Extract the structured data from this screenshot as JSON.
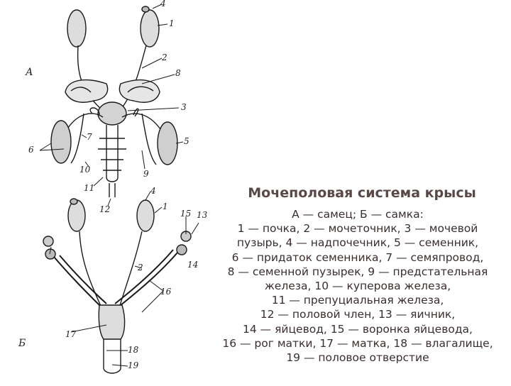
{
  "figure": {
    "panel_a": "А",
    "panel_b": "Б",
    "labels_male": [
      "4",
      "1",
      "2",
      "8",
      "3",
      "5",
      "6",
      "7",
      "10",
      "9",
      "11",
      "12"
    ],
    "labels_female": [
      "4",
      "1",
      "15",
      "13",
      "2",
      "14",
      "16",
      "17",
      "18",
      "19"
    ]
  },
  "title": "Мочеполовая система крысы",
  "caption_lines": [
    "А — самец; Б — самка:",
    "1 — почка, 2 — мочеточник, 3 — мочевой",
    "пузырь, 4 — надпочечник, 5 — семенник,",
    "6 — придаток семенника, 7 — семяпровод,",
    "8 — семенной пузырек, 9 — предстательная",
    "железа, 10 — куперова железа,",
    "11 — препуциальная железа,",
    "12 — половой член, 13 — яичник,",
    "14 — яйцевод, 15 — воронка яйцевода,",
    "16 — рог матки, 17 — матка, 18 — влагалище,",
    "19 — половое отверстие"
  ]
}
